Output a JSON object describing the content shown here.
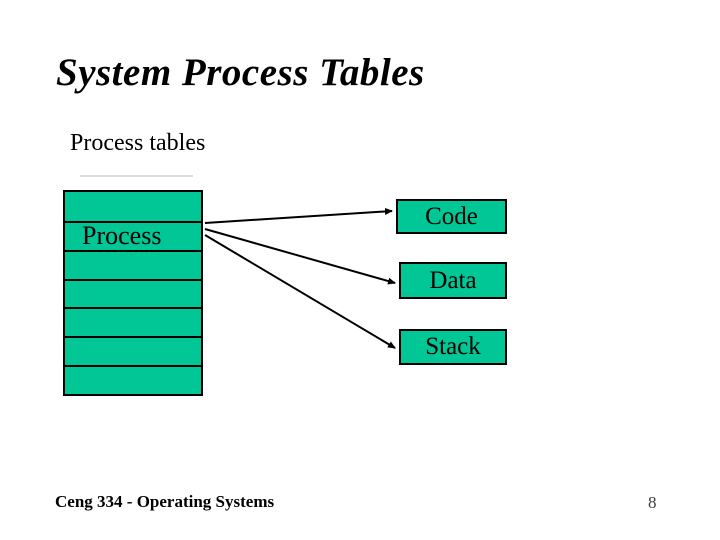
{
  "slide": {
    "title": "System Process Tables",
    "subtitle": "Process tables",
    "process_table": {
      "label": "Process",
      "row_count": 7,
      "label_row_index": 2
    },
    "targets": [
      {
        "label": "Code"
      },
      {
        "label": "Data"
      },
      {
        "label": "Stack"
      }
    ],
    "connections": [
      {
        "from": "Process",
        "to": "Code"
      },
      {
        "from": "Process",
        "to": "Data"
      },
      {
        "from": "Process",
        "to": "Stack"
      }
    ],
    "footer": "Ceng 334 - Operating Systems",
    "page_number": "8",
    "colors": {
      "background": "#FFFFFF",
      "shape_fill": "#00C795",
      "shape_border": "#000000",
      "arrow": "#000000",
      "text": "#000000",
      "page_number_text": "#3F3F3F"
    }
  }
}
